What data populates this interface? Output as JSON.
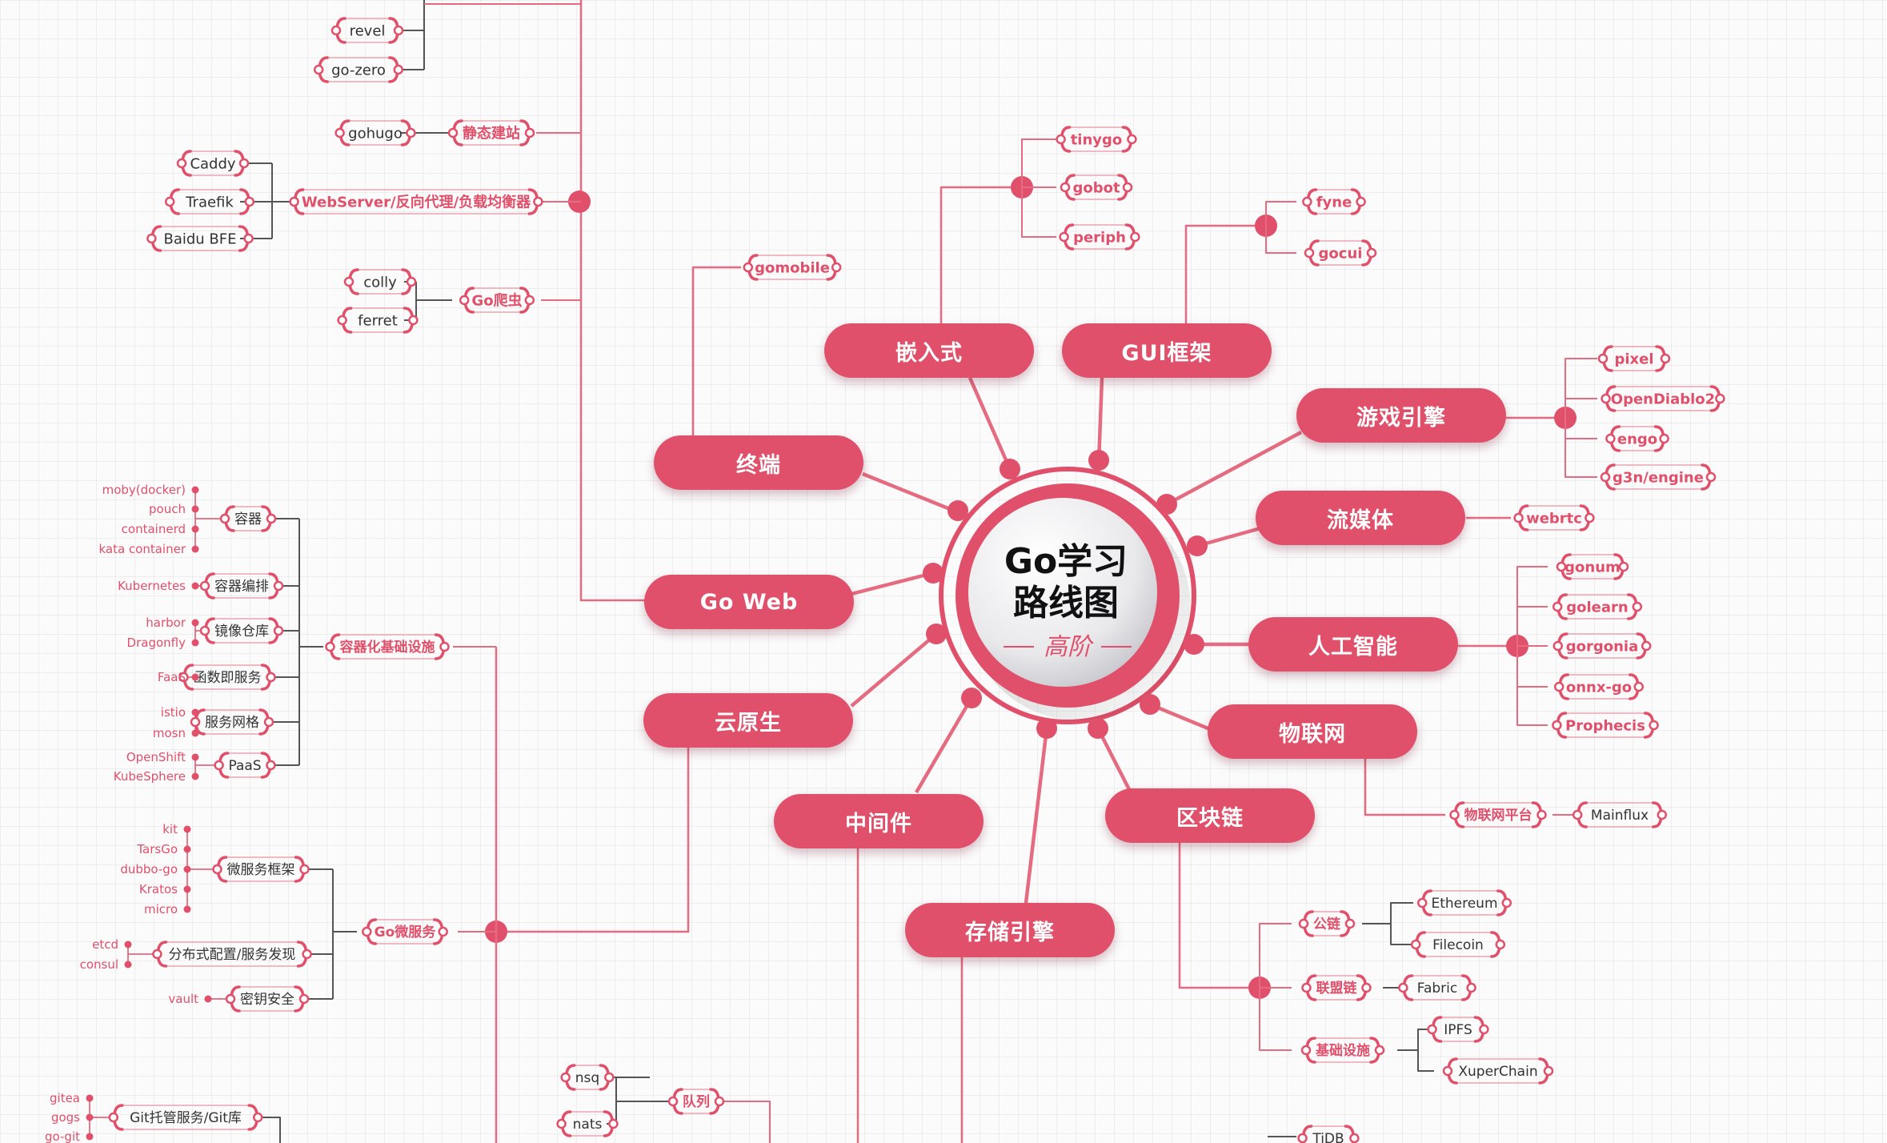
{
  "center": {
    "line1": "Go学习",
    "line2": "路线图",
    "subtitle": "高阶"
  },
  "hubs": {
    "go_web": "Go Web",
    "terminal": "终端",
    "embedded": "嵌入式",
    "gui": "GUI框架",
    "game": "游戏引擎",
    "streaming": "流媒体",
    "ai": "人工智能",
    "iot": "物联网",
    "blockchain": "区块链",
    "storage": "存储引擎",
    "middleware": "中间件",
    "cloud_native": "云原生"
  },
  "go_web": {
    "frameworks": [
      "revel",
      "go-zero"
    ],
    "static_site": {
      "label": "静态建站",
      "items": [
        "gohugo"
      ]
    },
    "webserver": {
      "label": "WebServer/反向代理/负载均衡器",
      "items": [
        "Caddy",
        "Traefik",
        "Baidu BFE"
      ]
    },
    "crawler": {
      "label": "Go爬虫",
      "items": [
        "colly",
        "ferret"
      ]
    }
  },
  "terminal": {
    "items": [
      "gomobile"
    ]
  },
  "embedded": {
    "items": [
      "tinygo",
      "gobot",
      "periph"
    ]
  },
  "gui": {
    "items": [
      "fyne",
      "gocui"
    ]
  },
  "game": {
    "items": [
      "pixel",
      "OpenDiablo2",
      "engo",
      "g3n/engine"
    ]
  },
  "streaming": {
    "items": [
      "webrtc"
    ]
  },
  "ai": {
    "items": [
      "gonum",
      "golearn",
      "gorgonia",
      "onnx-go",
      "Prophecis"
    ]
  },
  "iot": {
    "platform_label": "物联网平台",
    "items": [
      "Mainflux"
    ]
  },
  "blockchain": {
    "public": {
      "label": "公链",
      "items": [
        "Ethereum",
        "Filecoin"
      ]
    },
    "consortium": {
      "label": "联盟链",
      "items": [
        "Fabric"
      ]
    },
    "infra": {
      "label": "基础设施",
      "items": [
        "IPFS",
        "XuperChain"
      ]
    }
  },
  "storage": {
    "items": [
      "TiDB"
    ]
  },
  "middleware": {
    "queue": {
      "label": "队列",
      "items": [
        "nsq",
        "nats"
      ]
    }
  },
  "cloud_native": {
    "container_infra": {
      "label": "容器化基础设施",
      "groups": [
        {
          "label": "容器",
          "items": [
            "moby(docker)",
            "pouch",
            "containerd",
            "kata container"
          ]
        },
        {
          "label": "容器编排",
          "items": [
            "Kubernetes"
          ]
        },
        {
          "label": "镜像仓库",
          "items": [
            "harbor",
            "Dragonfly"
          ]
        },
        {
          "label": "函数即服务",
          "items": [
            "FaaS"
          ]
        },
        {
          "label": "服务网格",
          "items": [
            "istio",
            "mosn"
          ]
        },
        {
          "label": "PaaS",
          "items": [
            "OpenShift",
            "KubeSphere"
          ]
        }
      ]
    },
    "microservice": {
      "label": "Go微服务",
      "groups": [
        {
          "label": "微服务框架",
          "items": [
            "kit",
            "TarsGo",
            "dubbo-go",
            "Kratos",
            "micro"
          ]
        },
        {
          "label": "分布式配置/服务发现",
          "items": [
            "etcd",
            "consul"
          ]
        },
        {
          "label": "密钥安全",
          "items": [
            "vault"
          ]
        }
      ]
    },
    "git": {
      "label": "Git托管服务/Git库",
      "items": [
        "gitea",
        "gogs",
        "go-git"
      ]
    }
  },
  "colors": {
    "accent": "#e0506a",
    "line": "#e46b80",
    "connector": "#555555",
    "background": "#fbfbfc"
  }
}
